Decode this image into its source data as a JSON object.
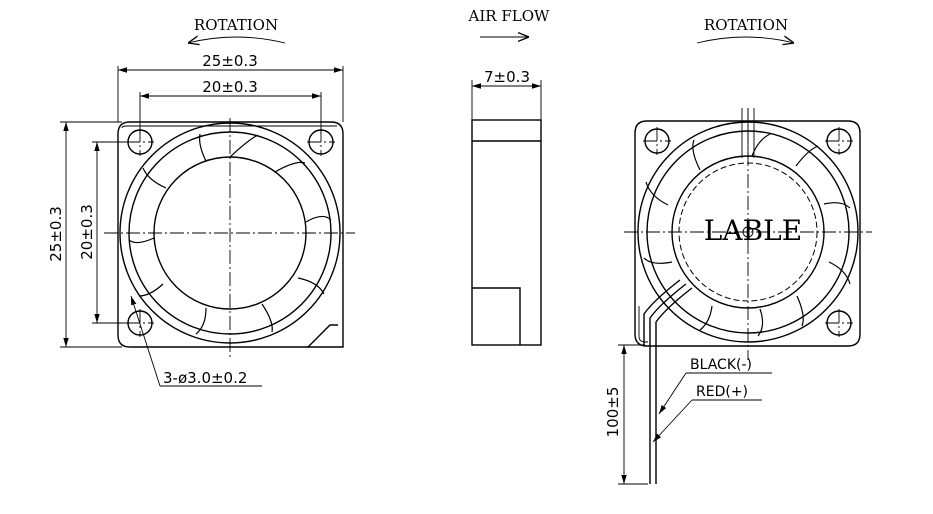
{
  "front_view": {
    "rotation_label": "ROTATION",
    "width_outer": "25±0.3",
    "width_inner": "20±0.3",
    "height_outer": "25±0.3",
    "height_inner": "20±0.3",
    "hole_callout": "3-ø3.0±0.2"
  },
  "side_view": {
    "airflow_label": "AIR FLOW",
    "thickness": "7±0.3"
  },
  "back_view": {
    "rotation_label": "ROTATION",
    "label_text": "LABLE",
    "wire_black": "BLACK(-)",
    "wire_red": "RED(+)",
    "lead_length": "100±5"
  }
}
